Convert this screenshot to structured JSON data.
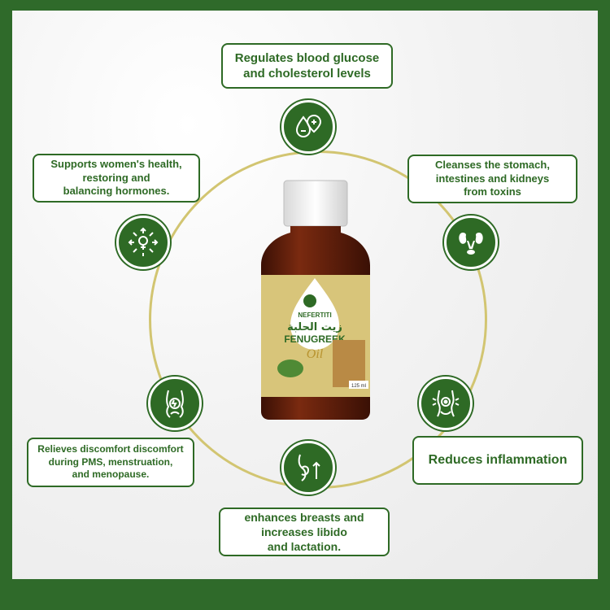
{
  "benefits": {
    "top": "Regulates blood glucose\nand cholesterol levels",
    "upper_right": "Cleanses the stomach,\nintestines and kidneys\nfrom toxins",
    "upper_left": "Supports women's health,\nrestoring and\nbalancing hormones.",
    "lower_left": "Relieves discomfort discomfort\nduring PMS, menstruation,\nand menopause.",
    "lower_right": "Reduces inflammation",
    "bottom": "enhances breasts and\nincreases libido\nand lactation."
  },
  "product": {
    "brand": "NEFERTITI",
    "arabic_name": "زيت الحلبة",
    "name": "FENUGREEK",
    "subtitle": "Oil",
    "volume": "125 ml"
  },
  "colors": {
    "frame_green": "#2f6a2a",
    "ring_gold": "#d2c571",
    "bottle_amber": "#5a1e0c",
    "label_gold": "#d8c57a"
  },
  "icons": [
    "drop-plus-minus-icon",
    "kidney-icon",
    "hormone-arrows-icon",
    "abdomen-pain-icon",
    "waist-inflammation-icon",
    "breast-arrow-icon"
  ]
}
